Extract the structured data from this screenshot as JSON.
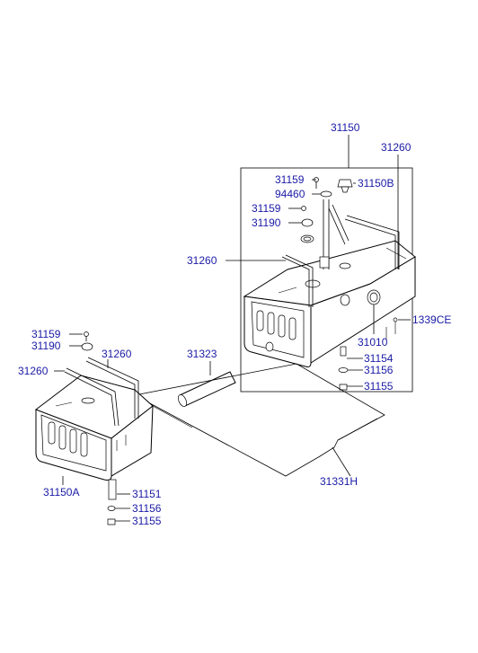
{
  "diagram": {
    "labels": {
      "p31150": "31150",
      "p31260_top": "31260",
      "p31159_top": "31159",
      "p31150B": "31150B",
      "p94460": "94460",
      "p31159_mid": "31159",
      "p31190_right": "31190",
      "p31260_right": "31260",
      "p1339CE": "1339CE",
      "p31010": "31010",
      "p31154": "31154",
      "p31156_right": "31156",
      "p31155_right": "31155",
      "p31323": "31323",
      "p31331H": "31331H",
      "p31159_left": "31159",
      "p31190_left": "31190",
      "p31260_left_a": "31260",
      "p31260_left_b": "31260",
      "p31150A": "31150A",
      "p31151": "31151",
      "p31156_left": "31156",
      "p31155_left": "31155"
    }
  }
}
